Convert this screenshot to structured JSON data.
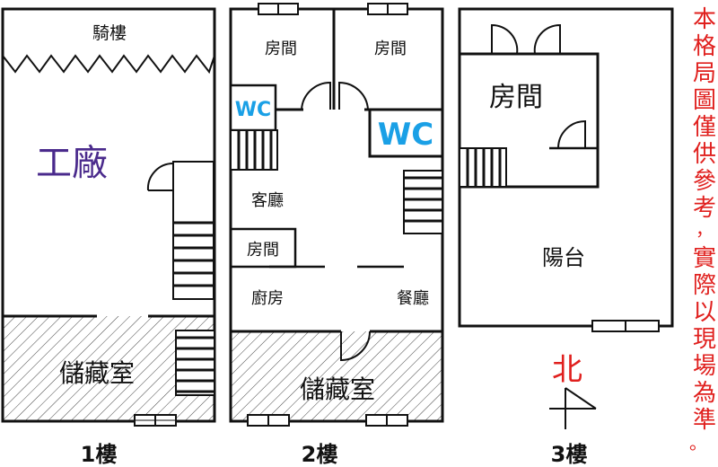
{
  "floor1": {
    "arcade": "騎樓",
    "factory": "工廠",
    "storage": "儲藏室",
    "caption": "1樓",
    "factory_color": "#4a2a8c"
  },
  "floor2": {
    "room_left": "房間",
    "room_right": "房間",
    "wc_small": "WC",
    "wc_large": "WC",
    "living": "客廳",
    "room_small": "房間",
    "kitchen": "廚房",
    "dining": "餐廳",
    "storage": "儲藏室",
    "caption": "2樓"
  },
  "floor3": {
    "room": "房間",
    "balcony": "陽台",
    "caption": "3樓"
  },
  "compass": {
    "north": "北",
    "color": "#e0201e"
  },
  "disclaimer": {
    "col1": [
      "本",
      "格",
      "局",
      "圖",
      "僅",
      "供",
      "參",
      "考"
    ],
    "col2": [
      "，",
      "實",
      "際",
      "以",
      "現",
      "場",
      "為",
      "準",
      "。"
    ],
    "color": "#e0201e"
  },
  "colors": {
    "wc": "#1aa0e6",
    "line": "#111111"
  },
  "icons": [
    "door-swing-icon",
    "window-icon",
    "stairs-icon",
    "compass-icon"
  ]
}
